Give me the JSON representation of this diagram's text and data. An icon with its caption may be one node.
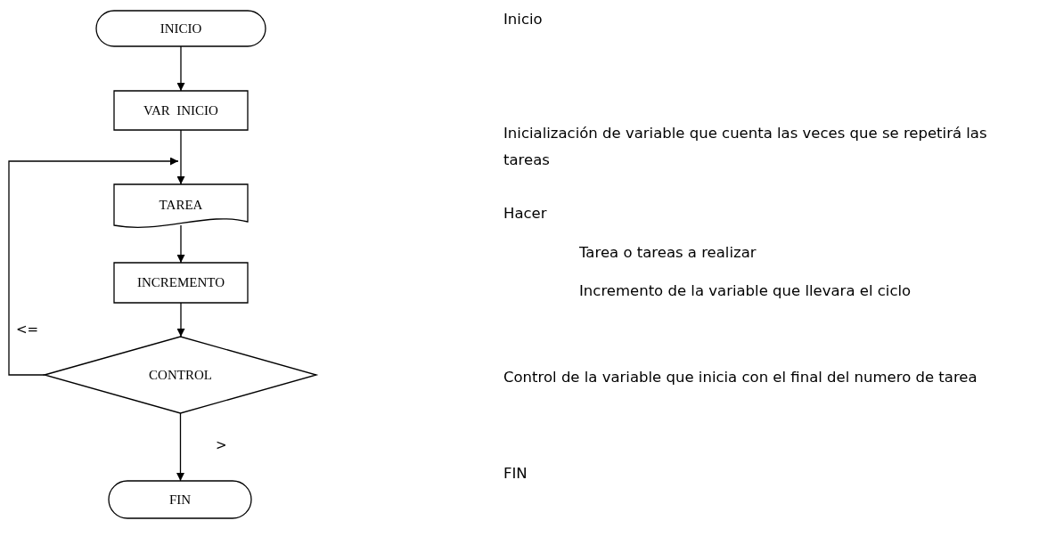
{
  "diagram": {
    "nodes": [
      {
        "text": [
          "INICIO"
        ]
      },
      {
        "text": [
          "VAR  INICIO"
        ]
      },
      {
        "text": [
          "TAREA"
        ]
      },
      {
        "text": [
          "INCREMENTO"
        ]
      },
      {
        "text": [
          "CONTROL"
        ]
      },
      {
        "text": [
          "FIN"
        ]
      }
    ],
    "edges": [
      {
        "from": 0,
        "to": 1,
        "arrow": "to"
      },
      {
        "from": 1,
        "to": 2,
        "arrow": "to"
      },
      {
        "from": 2,
        "to": 3,
        "arrow": "to"
      },
      {
        "from": 3,
        "to": 4,
        "arrow": "to"
      },
      {
        "from": 4,
        "to": 2,
        "arrow": "to",
        "label": "<="
      },
      {
        "from": 4,
        "to": 5,
        "arrow": "to",
        "label": ">"
      }
    ],
    "labels": [
      "Inicio",
      "Inicialización de variable que cuenta las veces que se repetirá las tareas",
      "Hacer",
      "Tarea o tareas a realizar",
      "Incremento de la variable que llevara el ciclo",
      "Control de la variable que inicia con el final del numero de tarea",
      "FIN"
    ]
  }
}
